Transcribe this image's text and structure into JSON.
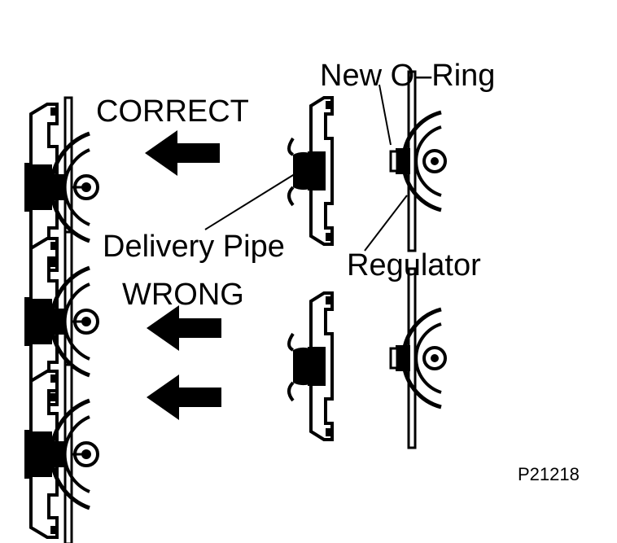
{
  "labels": {
    "correct": "CORRECT",
    "wrong": "WRONG",
    "new_o_ring": "New O–Ring",
    "delivery_pipe": "Delivery Pipe",
    "regulator": "Regulator",
    "figure_code": "P21218"
  },
  "colors": {
    "ink": "#000000",
    "paper": "#ffffff"
  }
}
